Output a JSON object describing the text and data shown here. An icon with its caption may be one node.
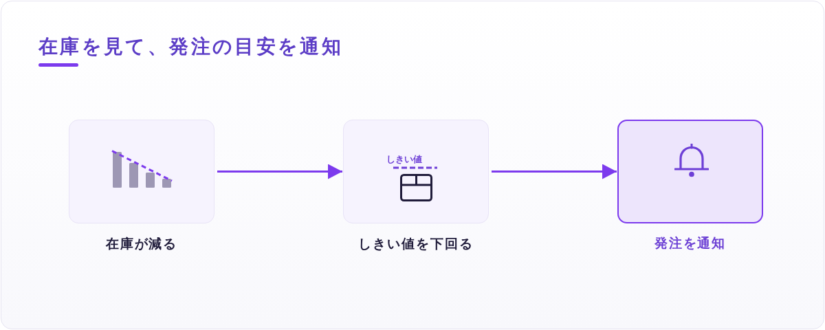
{
  "diagram": {
    "title": "在庫を見て、発注の目安を通知",
    "nodes": [
      {
        "text": [
          "在庫が減る"
        ]
      },
      {
        "text": [
          "しきい値",
          "しきい値を下回る"
        ]
      },
      {
        "text": [
          "発注を通知"
        ]
      }
    ],
    "edges": [
      {
        "from": 0,
        "to": 1,
        "arrow": "to"
      },
      {
        "from": 1,
        "to": 2,
        "arrow": "to"
      }
    ]
  }
}
